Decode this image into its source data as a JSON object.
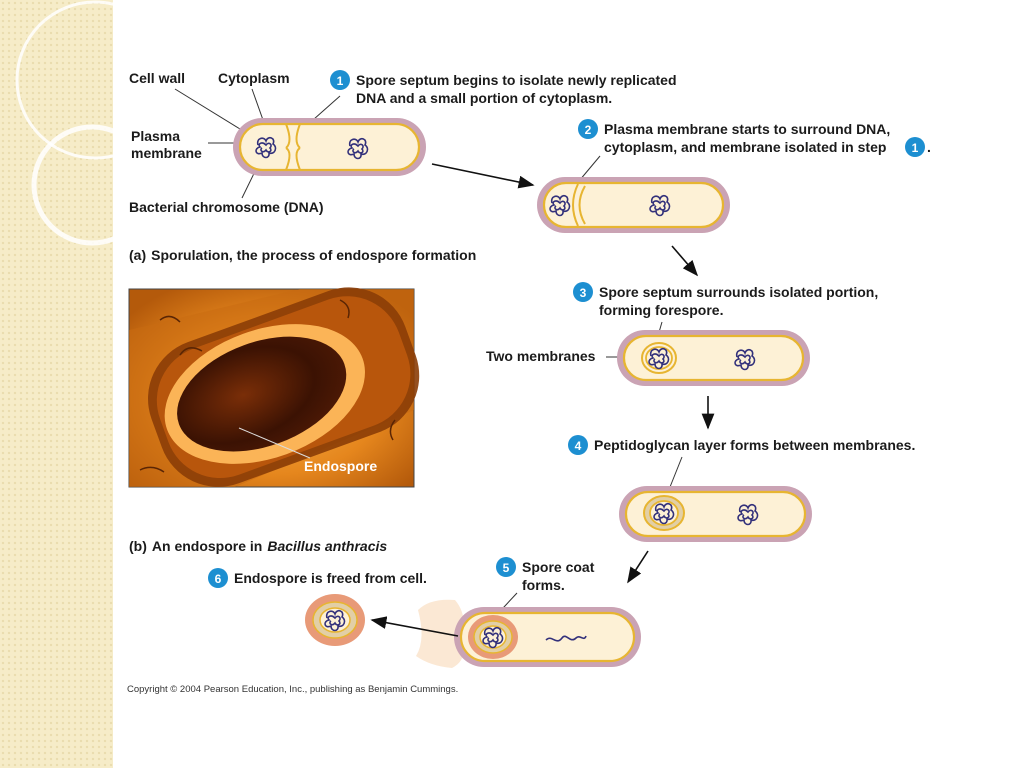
{
  "labels": {
    "cell_wall": "Cell wall",
    "cytoplasm": "Cytoplasm",
    "plasma_membrane_1": "Plasma",
    "plasma_membrane_2": "membrane",
    "chromosome": "Bacterial chromosome (DNA)",
    "two_membranes": "Two membranes",
    "endospore": "Endospore"
  },
  "steps": [
    {
      "num": "1",
      "line1": "Spore septum begins to isolate newly replicated",
      "line2": "DNA and a small portion of cytoplasm."
    },
    {
      "num": "2",
      "line1": "Plasma membrane starts to surround DNA,",
      "line2": "cytoplasm, and membrane isolated in step",
      "ref": "1",
      "end": "."
    },
    {
      "num": "3",
      "line1": "Spore septum surrounds isolated portion,",
      "line2": "forming forespore."
    },
    {
      "num": "4",
      "line1": "Peptidoglycan layer forms between membranes.",
      "line2": ""
    },
    {
      "num": "5",
      "line1": "Spore coat",
      "line2": "forms."
    },
    {
      "num": "6",
      "line1": "Endospore is freed from cell.",
      "line2": ""
    }
  ],
  "captions": {
    "a_prefix": "(a)",
    "a_text": "Sporulation, the process of endospore formation",
    "b_prefix": "(b)",
    "b_text": "An endospore in",
    "b_species": "Bacillus anthracis"
  },
  "copyright": "Copyright © 2004 Pearson Education, Inc., publishing as Benjamin Cummings.",
  "colors": {
    "badge": "#1d8fd1",
    "cell_wall": "#caa3b4",
    "membrane": "#e7b531",
    "cytoplasm": "#fdf1d6",
    "dna": "#33317b",
    "spore_coat": "#e89a78",
    "sidebar": "#f6ecc8"
  }
}
